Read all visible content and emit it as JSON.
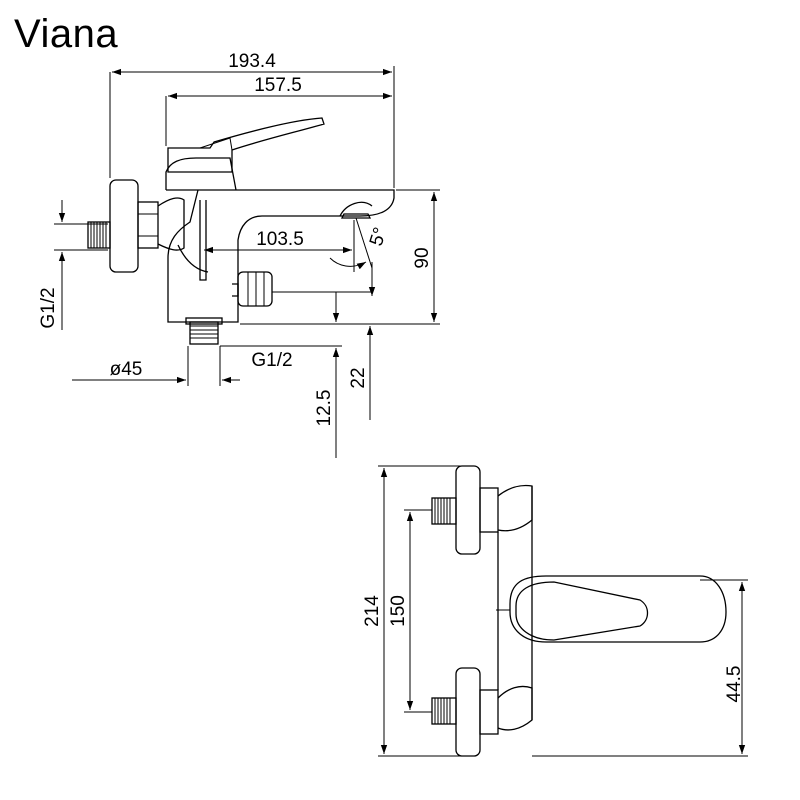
{
  "title": "Viana",
  "dimensions": {
    "overall_length": "193.4",
    "body_length": "157.5",
    "spout_reach": "103.5",
    "height": "90",
    "spout_angle": "5°",
    "inlet_thread": "G1/2",
    "diverter_diameter": "ø45",
    "outlet_thread": "G1/2",
    "offset_small": "12.5",
    "offset_outlet": "22",
    "overall_width": "214",
    "inlet_spacing": "150",
    "spout_height": "44.5"
  }
}
